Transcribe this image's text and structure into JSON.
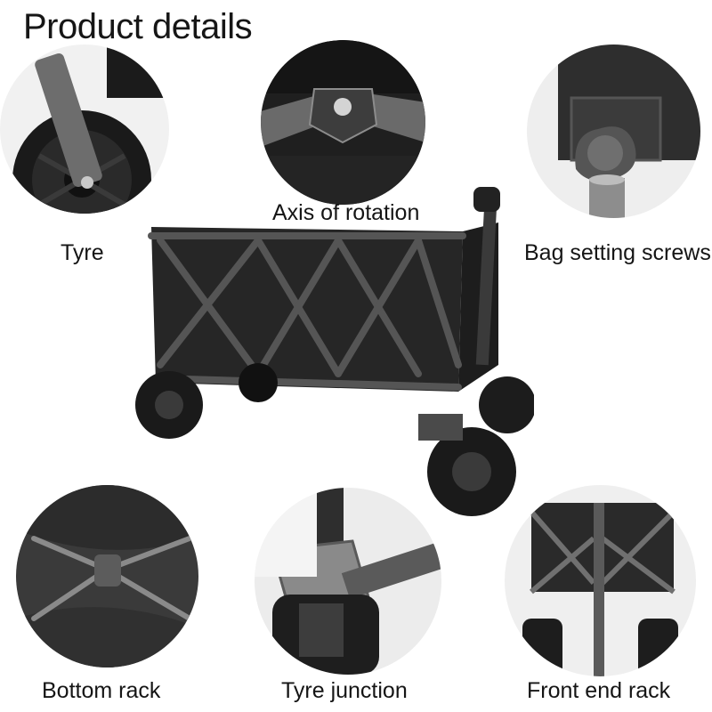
{
  "title": "Product details",
  "labels": {
    "tyre": "Tyre",
    "axis": "Axis of rotation",
    "bag_screws": "Bag setting screws",
    "bottom_rack": "Bottom rack",
    "tyre_junction": "Tyre junction",
    "front_rack": "Front end rack"
  },
  "colors": {
    "fabric": "#2b2b2b",
    "frame": "#4a4a4a",
    "tire": "#1c1c1c",
    "background": "#ffffff"
  }
}
